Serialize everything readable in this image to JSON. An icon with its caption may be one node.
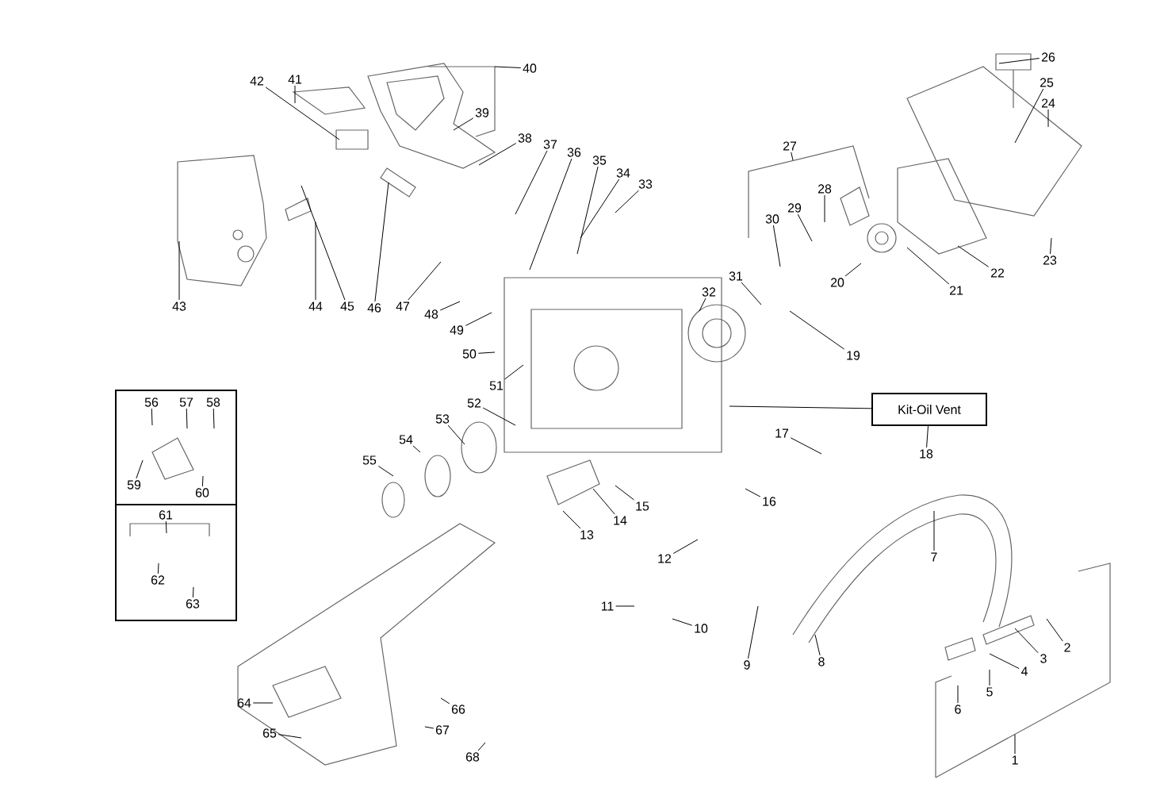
{
  "diagram": {
    "nodes": [
      {
        "text": [],
        "shape": "box"
      },
      {
        "text": [],
        "shape": "box"
      },
      {
        "text": [
          "Kit-Oil Vent"
        ]
      },
      {
        "text": [
          "1"
        ]
      },
      {
        "text": [
          "2"
        ]
      },
      {
        "text": [
          "3"
        ]
      },
      {
        "text": [
          "4"
        ]
      },
      {
        "text": [
          "5"
        ]
      },
      {
        "text": [
          "6"
        ]
      },
      {
        "text": [
          "7"
        ]
      },
      {
        "text": [
          "8"
        ]
      },
      {
        "text": [
          "9"
        ]
      },
      {
        "text": [
          "10"
        ]
      },
      {
        "text": [
          "11"
        ]
      },
      {
        "text": [
          "12"
        ]
      },
      {
        "text": [
          "13"
        ]
      },
      {
        "text": [
          "14"
        ]
      },
      {
        "text": [
          "15"
        ]
      },
      {
        "text": [
          "16"
        ]
      },
      {
        "text": [
          "17"
        ]
      },
      {
        "text": [
          "18"
        ]
      },
      {
        "text": [
          "19"
        ]
      },
      {
        "text": [
          "20"
        ]
      },
      {
        "text": [
          "21"
        ]
      },
      {
        "text": [
          "22"
        ]
      },
      {
        "text": [
          "23"
        ]
      },
      {
        "text": [
          "24"
        ]
      },
      {
        "text": [
          "25"
        ]
      },
      {
        "text": [
          "26"
        ]
      },
      {
        "text": [
          "27"
        ]
      },
      {
        "text": [
          "28"
        ]
      },
      {
        "text": [
          "29"
        ]
      },
      {
        "text": [
          "30"
        ]
      },
      {
        "text": [
          "31"
        ]
      },
      {
        "text": [
          "32"
        ]
      },
      {
        "text": [
          "33"
        ]
      },
      {
        "text": [
          "34"
        ]
      },
      {
        "text": [
          "35"
        ]
      },
      {
        "text": [
          "36"
        ]
      },
      {
        "text": [
          "37"
        ]
      },
      {
        "text": [
          "38"
        ]
      },
      {
        "text": [
          "39"
        ]
      },
      {
        "text": [
          "40"
        ]
      },
      {
        "text": [
          "41"
        ]
      },
      {
        "text": [
          "42"
        ]
      },
      {
        "text": [
          "43"
        ]
      },
      {
        "text": [
          "44"
        ]
      },
      {
        "text": [
          "45"
        ]
      },
      {
        "text": [
          "46"
        ]
      },
      {
        "text": [
          "47"
        ]
      },
      {
        "text": [
          "48"
        ]
      },
      {
        "text": [
          "49"
        ]
      },
      {
        "text": [
          "50"
        ]
      },
      {
        "text": [
          "51"
        ]
      },
      {
        "text": [
          "52"
        ]
      },
      {
        "text": [
          "53"
        ]
      },
      {
        "text": [
          "54"
        ]
      },
      {
        "text": [
          "55"
        ]
      },
      {
        "text": [
          "56"
        ],
        "in": 0
      },
      {
        "text": [
          "57"
        ],
        "in": 0
      },
      {
        "text": [
          "58"
        ],
        "in": 0
      },
      {
        "text": [
          "59"
        ],
        "in": 0
      },
      {
        "text": [
          "60"
        ],
        "in": 0
      },
      {
        "text": [
          "61"
        ],
        "in": 1
      },
      {
        "text": [
          "62"
        ],
        "in": 1
      },
      {
        "text": [
          "63"
        ],
        "in": 1
      },
      {
        "text": [
          "64"
        ]
      },
      {
        "text": [
          "65"
        ]
      },
      {
        "text": [
          "66"
        ]
      },
      {
        "text": [
          "67"
        ]
      },
      {
        "text": [
          "68"
        ]
      }
    ],
    "edges": [
      {
        "from": 3,
        "to": null,
        "arrow": "none"
      },
      {
        "from": 4,
        "to": null,
        "arrow": "none"
      },
      {
        "from": 5,
        "to": null,
        "arrow": "none"
      },
      {
        "from": 6,
        "to": null,
        "arrow": "none"
      },
      {
        "from": 7,
        "to": null,
        "arrow": "none"
      },
      {
        "from": 8,
        "to": null,
        "arrow": "none"
      },
      {
        "from": 9,
        "to": null,
        "arrow": "none"
      },
      {
        "from": 10,
        "to": null,
        "arrow": "none"
      },
      {
        "from": 11,
        "to": null,
        "arrow": "none"
      },
      {
        "from": 12,
        "to": null,
        "arrow": "none"
      },
      {
        "from": 13,
        "to": null,
        "arrow": "none"
      },
      {
        "from": 14,
        "to": null,
        "arrow": "none"
      },
      {
        "from": 15,
        "to": null,
        "arrow": "none"
      },
      {
        "from": 16,
        "to": null,
        "arrow": "none"
      },
      {
        "from": 17,
        "to": null,
        "arrow": "none"
      },
      {
        "from": 18,
        "to": null,
        "arrow": "none"
      },
      {
        "from": 19,
        "to": null,
        "arrow": "none"
      },
      {
        "from": 20,
        "to": 2,
        "arrow": "none"
      },
      {
        "from": 21,
        "to": null,
        "arrow": "none"
      },
      {
        "from": 22,
        "to": null,
        "arrow": "none"
      },
      {
        "from": 23,
        "to": null,
        "arrow": "none"
      },
      {
        "from": 24,
        "to": null,
        "arrow": "none"
      },
      {
        "from": 25,
        "to": null,
        "arrow": "none"
      },
      {
        "from": 26,
        "to": null,
        "arrow": "none"
      },
      {
        "from": 27,
        "to": null,
        "arrow": "none"
      },
      {
        "from": 28,
        "to": null,
        "arrow": "none"
      },
      {
        "from": 29,
        "to": null,
        "arrow": "none"
      },
      {
        "from": 30,
        "to": null,
        "arrow": "none"
      },
      {
        "from": 31,
        "to": null,
        "arrow": "none"
      },
      {
        "from": 32,
        "to": null,
        "arrow": "none"
      },
      {
        "from": 33,
        "to": null,
        "arrow": "none"
      },
      {
        "from": 34,
        "to": null,
        "arrow": "none"
      },
      {
        "from": 35,
        "to": null,
        "arrow": "none"
      },
      {
        "from": 36,
        "to": null,
        "arrow": "none"
      },
      {
        "from": 37,
        "to": null,
        "arrow": "none"
      },
      {
        "from": 38,
        "to": null,
        "arrow": "none"
      },
      {
        "from": 39,
        "to": null,
        "arrow": "none"
      },
      {
        "from": 40,
        "to": null,
        "arrow": "none"
      },
      {
        "from": 41,
        "to": null,
        "arrow": "none"
      },
      {
        "from": 42,
        "to": null,
        "arrow": "none"
      },
      {
        "from": 43,
        "to": null,
        "arrow": "none"
      },
      {
        "from": 44,
        "to": null,
        "arrow": "none"
      },
      {
        "from": 45,
        "to": null,
        "arrow": "none"
      },
      {
        "from": 46,
        "to": null,
        "arrow": "none"
      },
      {
        "from": 47,
        "to": null,
        "arrow": "none"
      },
      {
        "from": 48,
        "to": null,
        "arrow": "none"
      },
      {
        "from": 49,
        "to": null,
        "arrow": "none"
      },
      {
        "from": 50,
        "to": null,
        "arrow": "none"
      },
      {
        "from": 51,
        "to": null,
        "arrow": "none"
      },
      {
        "from": 52,
        "to": null,
        "arrow": "none"
      },
      {
        "from": 53,
        "to": null,
        "arrow": "none"
      },
      {
        "from": 54,
        "to": null,
        "arrow": "none"
      },
      {
        "from": 55,
        "to": null,
        "arrow": "none"
      },
      {
        "from": 56,
        "to": null,
        "arrow": "none"
      },
      {
        "from": 57,
        "to": null,
        "arrow": "none"
      },
      {
        "from": 58,
        "to": null,
        "arrow": "none"
      },
      {
        "from": 59,
        "to": null,
        "arrow": "none"
      },
      {
        "from": 60,
        "to": null,
        "arrow": "none"
      },
      {
        "from": 61,
        "to": null,
        "arrow": "none"
      },
      {
        "from": 62,
        "to": null,
        "arrow": "none"
      },
      {
        "from": 63,
        "to": null,
        "arrow": "none"
      },
      {
        "from": 64,
        "to": null,
        "arrow": "none"
      },
      {
        "from": 65,
        "to": null,
        "arrow": "none"
      },
      {
        "from": 66,
        "to": null,
        "arrow": "none"
      },
      {
        "from": 67,
        "to": null,
        "arrow": "none"
      },
      {
        "from": 68,
        "to": null,
        "arrow": "none"
      },
      {
        "from": 69,
        "to": null,
        "arrow": "none"
      },
      {
        "from": 70,
        "to": null,
        "arrow": "none"
      },
      {
        "from": 2,
        "to": null,
        "arrow": "none"
      }
    ]
  }
}
